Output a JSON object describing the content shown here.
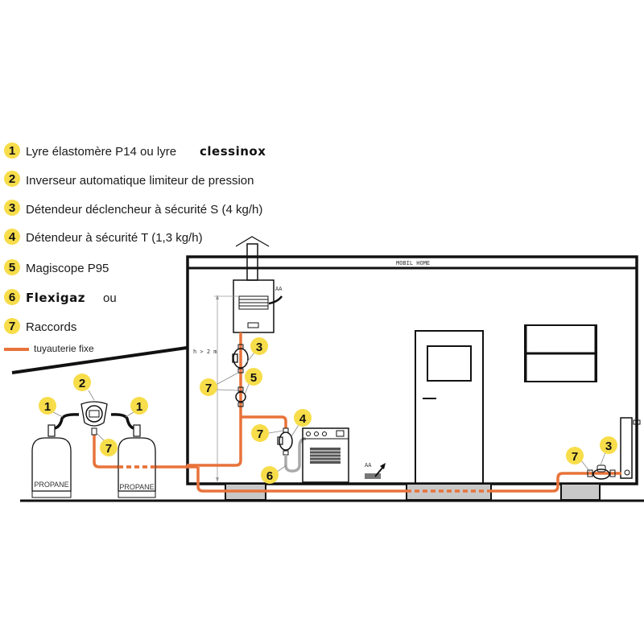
{
  "legend": {
    "items": [
      {
        "number": "1",
        "label": "Lyre élastomère P14 ou lyre",
        "brand": "clessinox"
      },
      {
        "number": "2",
        "label": "Inverseur automatique  limiteur de pression"
      },
      {
        "number": "3",
        "label": "Détendeur déclencheur à sécurité S (4 kg/h)"
      },
      {
        "number": "4",
        "label": "Détendeur à sécurité T (1,3 kg/h)"
      },
      {
        "number": "5",
        "label": "Magiscope P95"
      },
      {
        "number": "6",
        "brand": "Flexigaz",
        "label": "ou"
      },
      {
        "number": "7",
        "label": "Raccords"
      }
    ],
    "pipe_label": "tuyauterie fixe"
  },
  "diagram": {
    "house_label": "MOBIL HOME",
    "height_label": "h > 2 m",
    "vent_label": "AA",
    "tank_label": "PROPANE",
    "callouts": {
      "tank_left": "1",
      "inverter": "2",
      "tank_right": "1",
      "inverter_fitting": "7",
      "boiler_regulator": "3",
      "boiler_fitting": "7",
      "magiscope": "5",
      "cooker_regulator": "4",
      "cooker_fitting": "7",
      "hose": "6",
      "right_fitting": "7",
      "right_regulator": "3"
    }
  },
  "colors": {
    "pipe": "#e8733a",
    "badge": "#f7dd4a"
  }
}
